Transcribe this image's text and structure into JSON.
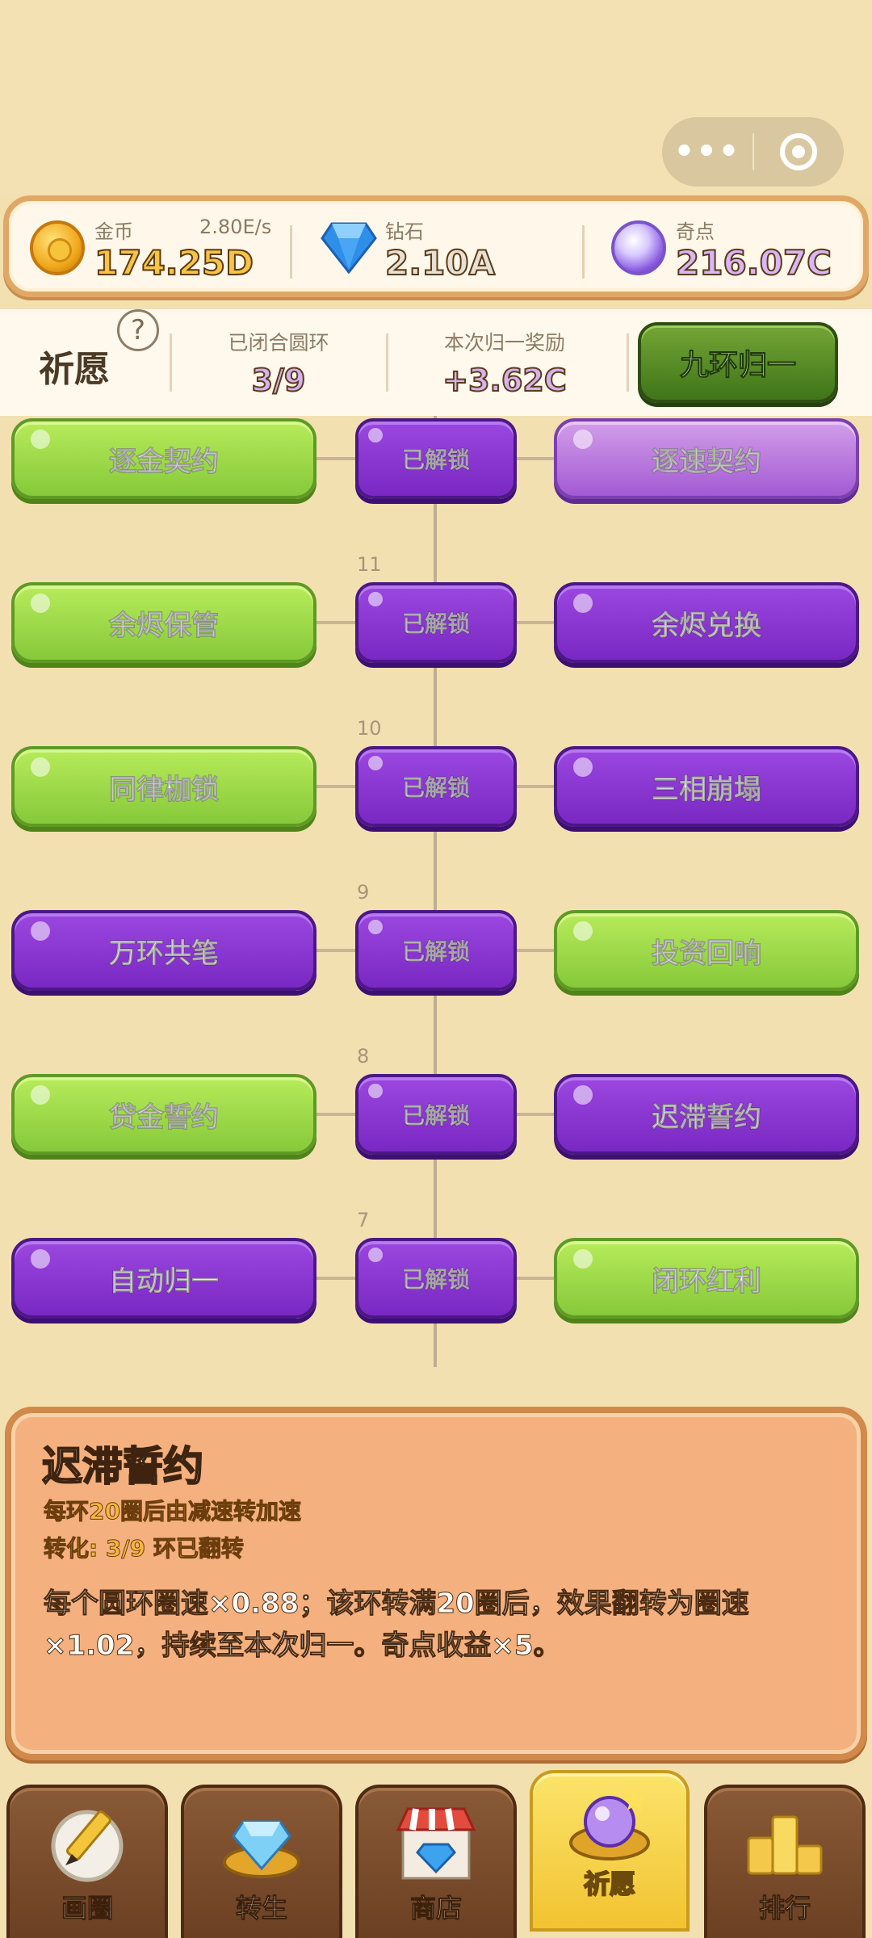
{
  "capsule": {
    "menu_dots": "•••"
  },
  "currency": {
    "gold": {
      "label": "金币",
      "rate": "2.80E/s",
      "value": "174.25D"
    },
    "diamond": {
      "label": "钻石",
      "value": "2.10A"
    },
    "odd_points": {
      "label": "奇点",
      "value": "216.07C"
    }
  },
  "wish": {
    "title": "祈愿",
    "help": "?",
    "closed_rings_label": "已闭合圆环",
    "closed_rings_value": "3/9",
    "reward_label": "本次归一奖励",
    "reward_value": "+3.62C",
    "reset_button": "九环归一"
  },
  "tree": {
    "unlocked_label": "已解锁",
    "rows": [
      {
        "level": "",
        "left": "逐金契约",
        "left_state": "green",
        "right": "逐速契约",
        "right_state": "purple-light"
      },
      {
        "level": "11",
        "left": "余烬保管",
        "left_state": "green",
        "right": "余烬兑换",
        "right_state": "purple"
      },
      {
        "level": "10",
        "left": "同律枷锁",
        "left_state": "green",
        "right": "三相崩塌",
        "right_state": "purple"
      },
      {
        "level": "9",
        "left": "万环共笔",
        "left_state": "purple",
        "right": "投资回响",
        "right_state": "green"
      },
      {
        "level": "8",
        "left": "贷金誓约",
        "left_state": "green",
        "right": "迟滞誓约",
        "right_state": "purple"
      },
      {
        "level": "7",
        "left": "自动归一",
        "left_state": "purple",
        "right": "闭环红利",
        "right_state": "green"
      }
    ]
  },
  "detail": {
    "title": "迟滞誓约",
    "subtitle1": "每环20圈后由减速转加速",
    "subtitle2": "转化: 3/9 环已翻转",
    "description": "每个圆环圈速×0.88；该环转满20圈后，效果翻转为圈速×1.02，持续至本次归一。奇点收益×5。"
  },
  "nav": {
    "items": [
      {
        "label": "画圈",
        "icon": "pencil-icon"
      },
      {
        "label": "转生",
        "icon": "diamond-ring-icon"
      },
      {
        "label": "商店",
        "icon": "shop-icon"
      },
      {
        "label": "祈愿",
        "icon": "orb-ring-icon",
        "active": true
      },
      {
        "label": "排行",
        "icon": "podium-icon"
      }
    ]
  },
  "colors": {
    "background": "#f3e0b0",
    "green_pill": "#9bd84a",
    "purple_pill": "#8a33d2",
    "active_tab": "#f5cf40"
  }
}
